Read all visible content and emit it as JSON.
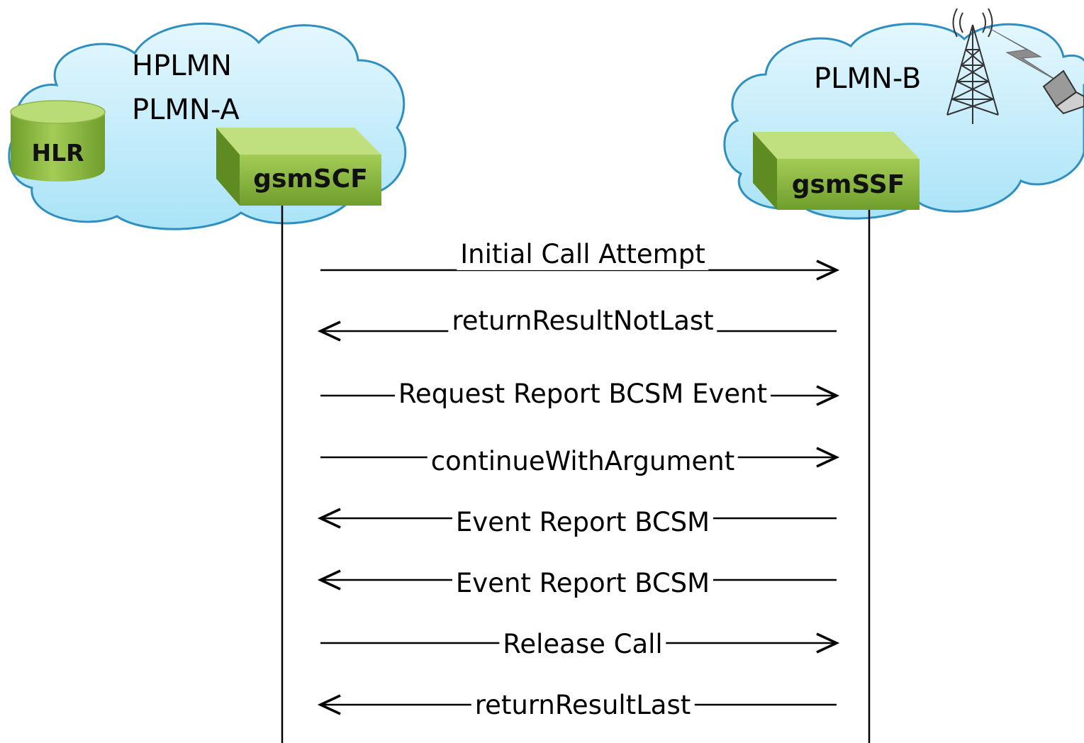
{
  "network_a": {
    "title_line1": "HPLMN",
    "title_line2": "PLMN-A",
    "hlr_label": "HLR",
    "scf_label": "gsmSCF"
  },
  "network_b": {
    "title": "PLMN-B",
    "ssf_label": "gsmSSF"
  },
  "messages": [
    {
      "label": "Initial Call Attempt",
      "direction": "right"
    },
    {
      "label": "returnResultNotLast",
      "direction": "left"
    },
    {
      "label": "Request Report BCSM Event",
      "direction": "right"
    },
    {
      "label": "continueWithArgument",
      "direction": "right"
    },
    {
      "label": "Event Report BCSM",
      "direction": "left"
    },
    {
      "label": "Event Report BCSM",
      "direction": "left"
    },
    {
      "label": "Release Call",
      "direction": "right"
    },
    {
      "label": "returnResultLast",
      "direction": "left"
    }
  ],
  "colors": {
    "cloud_fill": "#c9eefb",
    "cloud_stroke": "#2f8fc0",
    "box_front": "#8dbb3f",
    "box_top": "#b9dc77",
    "box_side": "#6b9a28",
    "line": "#000000"
  },
  "icons": [
    "database-icon",
    "cube-icon",
    "radio-tower-icon",
    "lightning-icon",
    "laptop-icon"
  ]
}
